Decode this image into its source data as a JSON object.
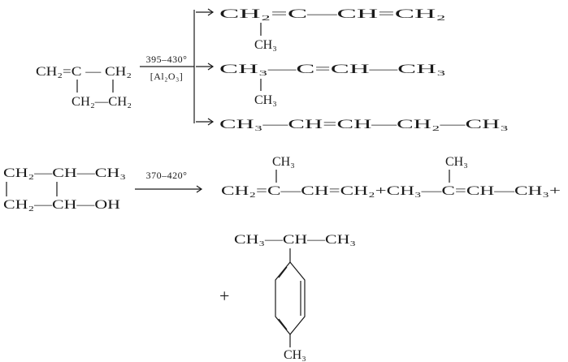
{
  "reaction1": {
    "reactant": {
      "top": "CH₂=C — CH₂",
      "bottom": "CH₂—CH₂"
    },
    "conditions": {
      "temperature": "395–430°",
      "catalyst": "[Al₂O₃]"
    },
    "products": [
      {
        "main": "CH₂=C—CH=CH₂",
        "branch": "CH₃"
      },
      {
        "main": "CH₃—C=CH—CH₃",
        "branch": "CH₃"
      },
      {
        "main": "CH₃—CH=CH—CH₂—CH₃"
      }
    ]
  },
  "reaction2": {
    "reactant": {
      "top": "CH₂—CH—CH₃",
      "bottom": "CH₂—CH—OH"
    },
    "conditions": {
      "temperature": "370–420°"
    },
    "products_line": "CH₂=C—CH=CH₂+CH₃—C=CH—CH₃+",
    "branch1": "CH₃",
    "branch2": "CH₃",
    "plus": "+",
    "cumene": {
      "top": "CH₃—CH—CH₃",
      "bottom": "CH₃"
    }
  }
}
